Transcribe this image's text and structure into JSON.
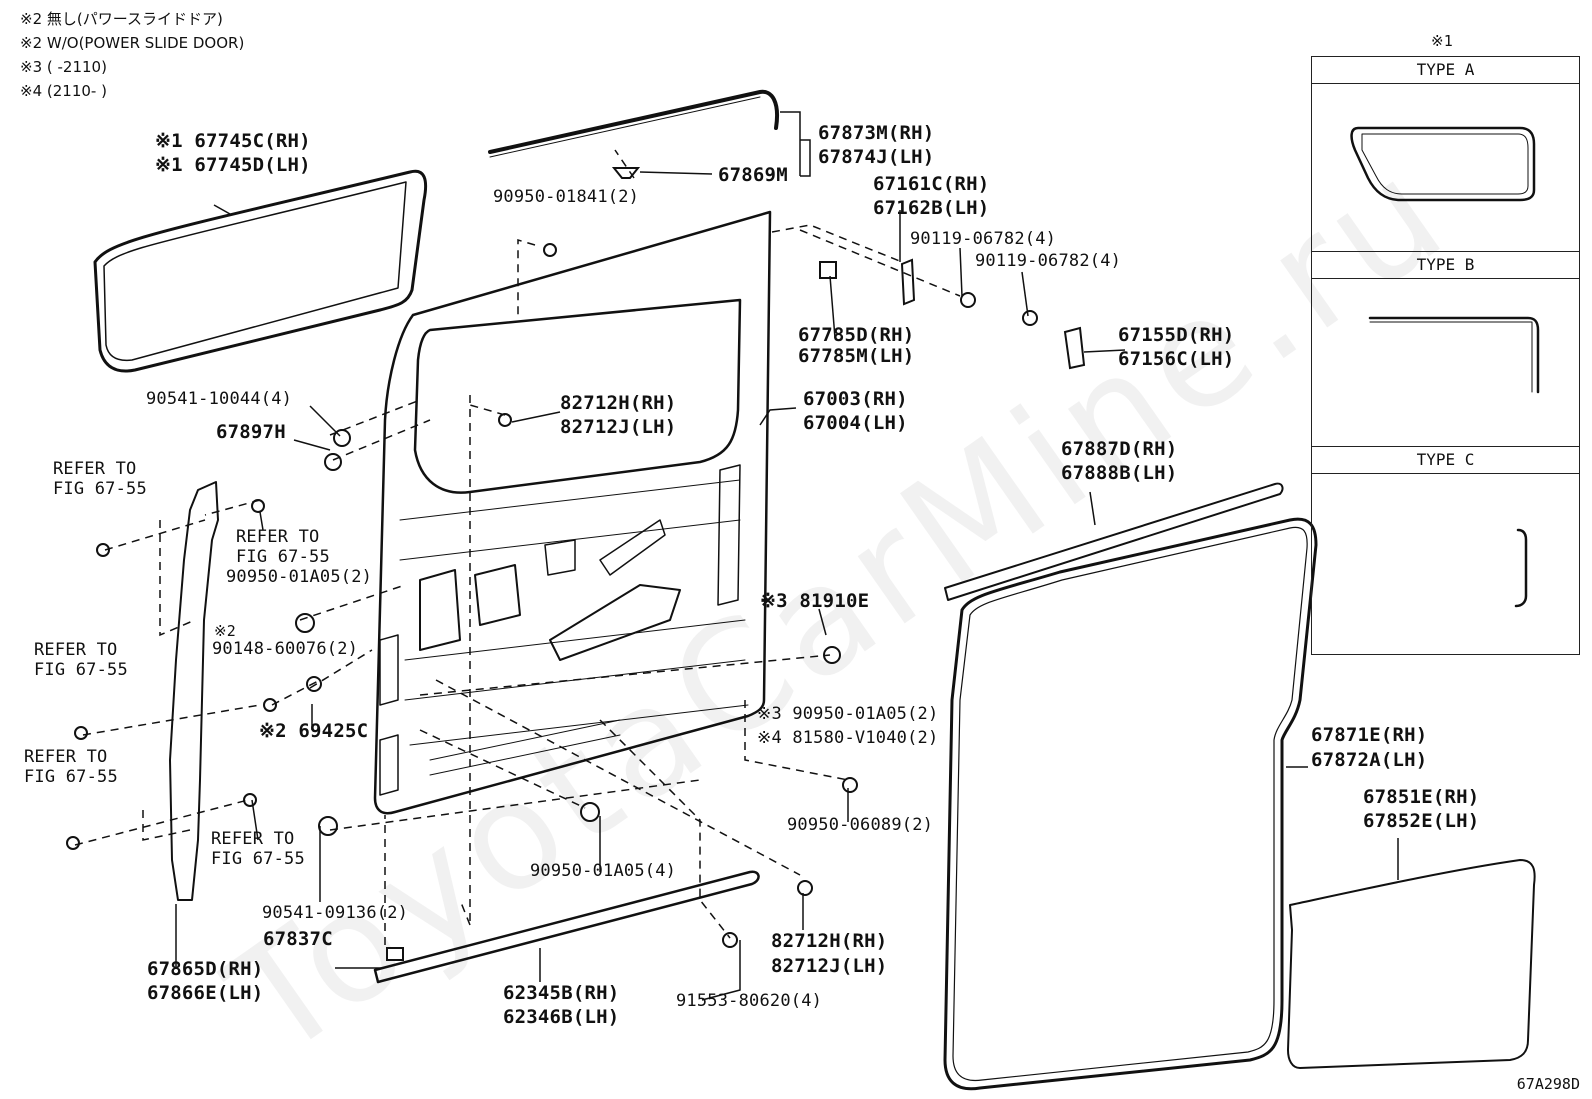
{
  "notes": [
    "※2 無し(パワースライドドア)",
    "※2 W/O(POWER SLIDE DOOR)",
    "※3 (       -2110)",
    "※4 (2110-       )"
  ],
  "type_panel": {
    "marker": "※1",
    "types": [
      "TYPE  A",
      "TYPE  B",
      "TYPE  C"
    ]
  },
  "labels": {
    "l_67745c": "※1 67745C(RH)",
    "l_67745d": "※1 67745D(LH)",
    "l_67873m": "67873M(RH)",
    "l_67874j": "67874J(LH)",
    "l_67869m": "67869M",
    "l_90950_01841": "90950-01841(2)",
    "l_67161c": "67161C(RH)",
    "l_67162b": "67162B(LH)",
    "l_90119_a": "90119-06782(4)",
    "l_90119_b": "90119-06782(4)",
    "l_67785d": "67785D(RH)",
    "l_67785m": "67785M(LH)",
    "l_67155d": "67155D(RH)",
    "l_67156c": "67156C(LH)",
    "l_90541_10044": "90541-10044(4)",
    "l_67897h": "67897H",
    "l_82712h_top": "82712H(RH)",
    "l_82712j_top": "82712J(LH)",
    "l_67003": "67003(RH)",
    "l_67004": "67004(LH)",
    "l_67887d": "67887D(RH)",
    "l_67888b": "67888B(LH)",
    "l_refer1a": "REFER TO",
    "l_refer1b": "FIG 67-55",
    "l_refer2a": "REFER TO",
    "l_refer2b": "FIG 67-55",
    "l_90950_01a05_a": "90950-01A05(2)",
    "l_81910e": "※3 81910E",
    "l_refer3a": "REFER TO",
    "l_refer3b": "FIG 67-55",
    "l_mark2": "※2",
    "l_90148": "90148-60076(2)",
    "l_69425c": "※2 69425C",
    "l_90950_01a05_b": "※3 90950-01A05(2)",
    "l_81580": "※4 81580-V1040(2)",
    "l_67871e": "67871E(RH)",
    "l_67872a": "67872A(LH)",
    "l_refer4a": "REFER TO",
    "l_refer4b": "FIG 67-55",
    "l_refer5a": "REFER TO",
    "l_refer5b": "FIG 67-55",
    "l_90950_06089": "90950-06089(2)",
    "l_67851e": "67851E(RH)",
    "l_67852e": "67852E(LH)",
    "l_90950_01a05_c": "90950-01A05(4)",
    "l_90541_09136": "90541-09136(2)",
    "l_82712h_bot": "82712H(RH)",
    "l_82712j_bot": "82712J(LH)",
    "l_67837c": "67837C",
    "l_62345b": "62345B(RH)",
    "l_62346b": "62346B(LH)",
    "l_91553": "91553-80620(4)",
    "l_67865d": "67865D(RH)",
    "l_67866e": "67866E(LH)"
  },
  "diagram_code": "67A298D",
  "watermark": "ToyotaCarMine.ru"
}
